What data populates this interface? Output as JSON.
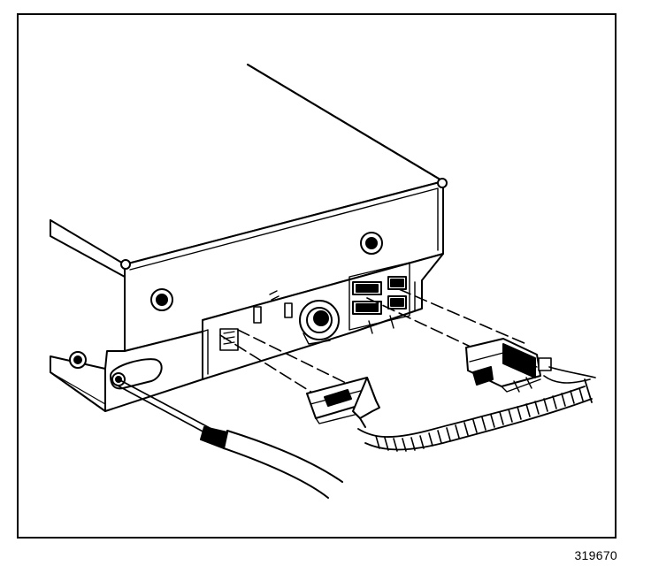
{
  "figure": {
    "id_label": "319670"
  },
  "colors": {
    "ink": "#000000",
    "paper": "#ffffff",
    "shade": "#e6e6e6"
  },
  "parts": [
    "radio-unit",
    "antenna-cable",
    "left-electrical-connector",
    "right-electrical-connector",
    "wiring-harness"
  ]
}
